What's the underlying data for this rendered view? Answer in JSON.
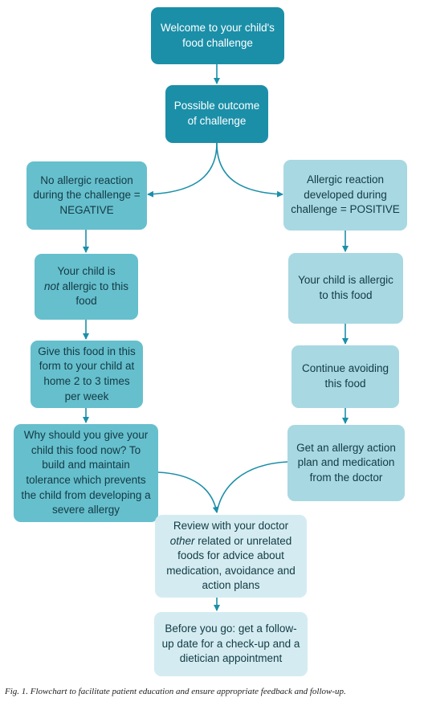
{
  "colors": {
    "dark": "#1b8fa8",
    "medium": "#66bfcd",
    "light": "#a8d8e2",
    "pale": "#d4ecf1",
    "connector": "#1b8fa8"
  },
  "nodes": {
    "welcome": "Welcome to your child's food challenge",
    "outcome": "Possible outcome of challenge",
    "negative": "No allergic reaction during the challenge = NEGATIVE",
    "positive": "Allergic reaction developed during challenge = POSITIVE",
    "not_allergic": {
      "pre": "Your child is",
      "em": "not",
      "post": "allergic to this food"
    },
    "allergic": "Your child is allergic to this food",
    "give_food": "Give this food in this form to your child at home 2 to 3 times per week",
    "continue_avoiding": "Continue avoiding this food",
    "why_give": "Why should you give your child this food now? To build and maintain tolerance which prevents the child from developing a severe allergy",
    "action_plan": "Get an allergy action plan and medication from the doctor",
    "review": {
      "pre": "Review with your doctor",
      "em": "other",
      "post": "related or unrelated foods for advice about medication, avoidance and action plans"
    },
    "before_go": "Before you go: get a follow-up date for a check-up and a dietician appointment"
  },
  "caption": "Fig. 1. Flowchart to facilitate patient education and ensure appropriate feedback and follow-up."
}
